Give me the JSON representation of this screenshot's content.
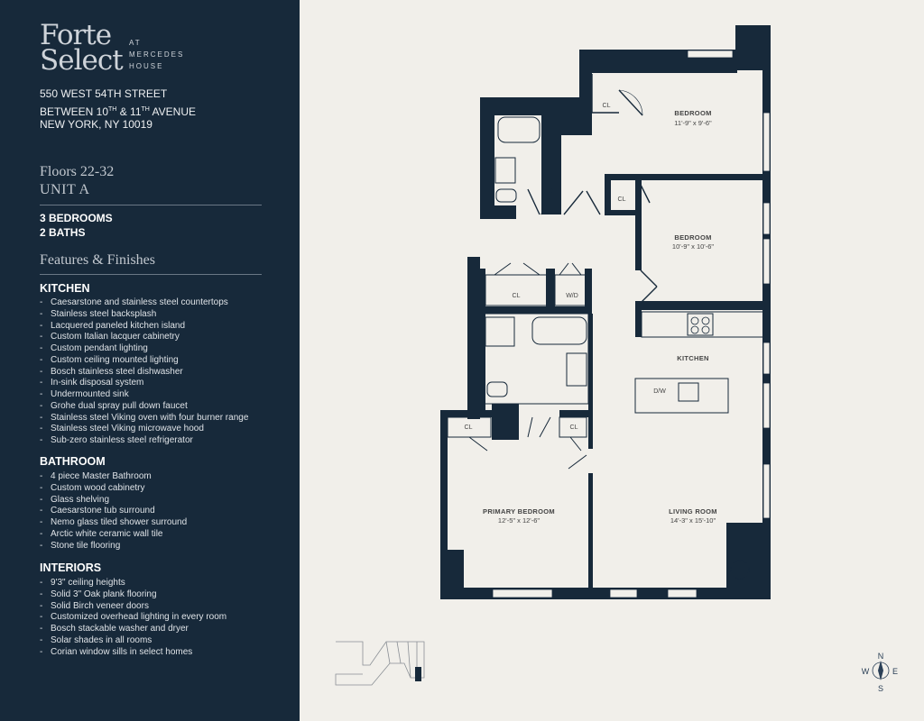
{
  "brand": {
    "line1": "Forte",
    "line2": "Select",
    "at_lines": [
      "AT",
      "MERCEDES",
      "HOUSE"
    ]
  },
  "address": {
    "street": "550 WEST 54TH STREET",
    "between_prefix": "BETWEEN 10",
    "between_sup1": "TH",
    "between_mid": " & 11",
    "between_sup2": "TH",
    "between_suffix": " AVENUE",
    "city": "NEW YORK, NY 10019"
  },
  "unit": {
    "floors": "Floors 22-32",
    "name": "UNIT A",
    "bedrooms": "3 BEDROOMS",
    "baths": "2 BATHS"
  },
  "features_title": "Features & Finishes",
  "sections": [
    {
      "title": "KITCHEN",
      "items": [
        "Caesarstone and stainless steel countertops",
        "Stainless steel backsplash",
        "Lacquered paneled kitchen island",
        "Custom Italian lacquer cabinetry",
        "Custom pendant lighting",
        "Custom ceiling mounted lighting",
        "Bosch stainless steel dishwasher",
        "In-sink disposal system",
        "Undermounted sink",
        "Grohe dual spray pull down faucet",
        "Stainless steel Viking oven with four burner range",
        "Stainless steel Viking microwave hood",
        "Sub-zero stainless steel refrigerator"
      ]
    },
    {
      "title": "BATHROOM",
      "items": [
        "4 piece Master Bathroom",
        "Custom wood cabinetry",
        "Glass shelving",
        "Caesarstone tub surround",
        "Nemo glass tiled shower surround",
        "Arctic white ceramic wall tile",
        "Stone tile flooring"
      ]
    },
    {
      "title": "INTERIORS",
      "items": [
        "9'3\" ceiling heights",
        "Solid 3\" Oak plank flooring",
        "Solid Birch veneer doors",
        "Customized overhead lighting in every room",
        "Bosch stackable washer and dryer",
        "Solar shades in all rooms",
        "Corian window sills in select homes"
      ]
    }
  ],
  "plan": {
    "rooms": {
      "bedroom1": {
        "name": "BEDROOM",
        "dims": "11'-9\" x 9'-6\""
      },
      "bedroom2": {
        "name": "BEDROOM",
        "dims": "10'-9\" x 10'-6\""
      },
      "kitchen": {
        "name": "KITCHEN"
      },
      "primary": {
        "name": "PRIMARY BEDROOM",
        "dims": "12'-5\" x 12'-6\""
      },
      "living": {
        "name": "LIVING ROOM",
        "dims": "14'-3\" x 15'-10\""
      }
    },
    "closet_label": "CL",
    "washer_label": "W/D",
    "dishwasher_label": "D/W",
    "compass": {
      "n": "N",
      "s": "S",
      "e": "E",
      "w": "W"
    }
  },
  "colors": {
    "sidebar": "#17293a",
    "wall": "#17293a",
    "background": "#f1efea"
  }
}
